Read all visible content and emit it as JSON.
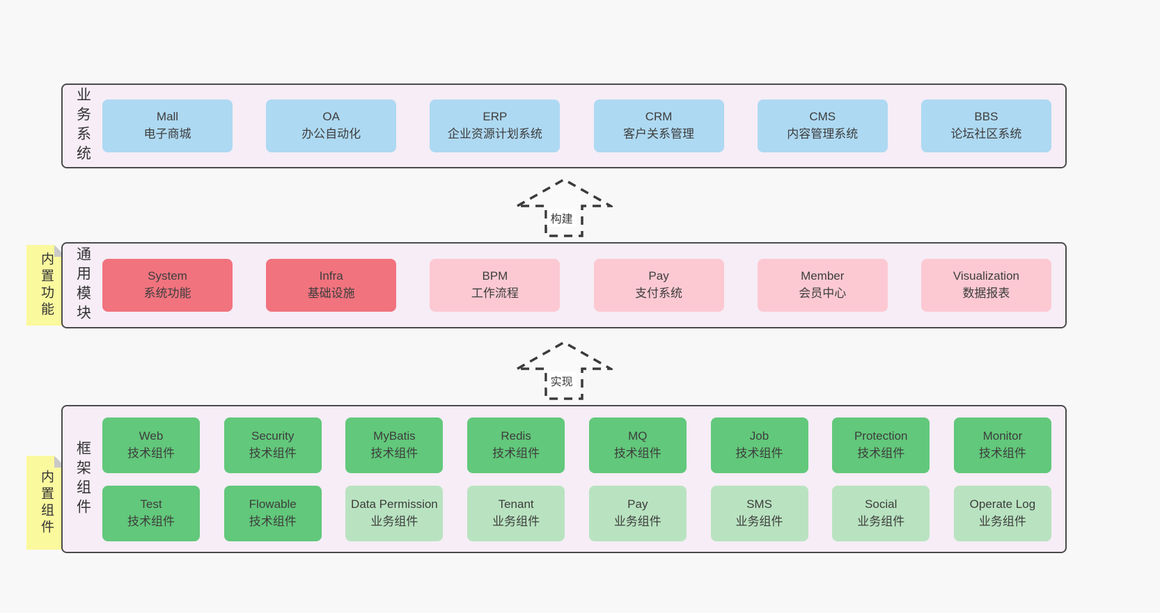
{
  "colors": {
    "page_bg": "#f8f8f8",
    "container_bg": "#f6edf6",
    "container_border": "#4a4a4a",
    "blue_box": "#aed9f2",
    "red_box": "#f1737e",
    "pink_box": "#fcc9d3",
    "green_box": "#62c87b",
    "green_light_box": "#b9e3c0",
    "sticky_note": "#fbf99e",
    "text": "#3d3d3d"
  },
  "arrows": [
    {
      "label": "构建"
    },
    {
      "label": "实现"
    }
  ],
  "tiers": {
    "business": {
      "label": "业务系统",
      "boxes": [
        {
          "title": "Mall",
          "subtitle": "电子商城"
        },
        {
          "title": "OA",
          "subtitle": "办公自动化"
        },
        {
          "title": "ERP",
          "subtitle": "企业资源计划系统"
        },
        {
          "title": "CRM",
          "subtitle": "客户关系管理"
        },
        {
          "title": "CMS",
          "subtitle": "内容管理系统"
        },
        {
          "title": "BBS",
          "subtitle": "论坛社区系统"
        }
      ]
    },
    "modules": {
      "label": "通用模块",
      "sticky": "内置功能",
      "boxes": [
        {
          "title": "System",
          "subtitle": "系统功能",
          "variant": "red"
        },
        {
          "title": "Infra",
          "subtitle": "基础设施",
          "variant": "red"
        },
        {
          "title": "BPM",
          "subtitle": "工作流程",
          "variant": "pink"
        },
        {
          "title": "Pay",
          "subtitle": "支付系统",
          "variant": "pink"
        },
        {
          "title": "Member",
          "subtitle": "会员中心",
          "variant": "pink"
        },
        {
          "title": "Visualization",
          "subtitle": "数据报表",
          "variant": "pink"
        }
      ]
    },
    "components": {
      "label": "框架组件",
      "sticky": "内置组件",
      "rows": [
        [
          {
            "title": "Web",
            "subtitle": "技术组件",
            "variant": "green"
          },
          {
            "title": "Security",
            "subtitle": "技术组件",
            "variant": "green"
          },
          {
            "title": "MyBatis",
            "subtitle": "技术组件",
            "variant": "green"
          },
          {
            "title": "Redis",
            "subtitle": "技术组件",
            "variant": "green"
          },
          {
            "title": "MQ",
            "subtitle": "技术组件",
            "variant": "green"
          },
          {
            "title": "Job",
            "subtitle": "技术组件",
            "variant": "green"
          },
          {
            "title": "Protection",
            "subtitle": "技术组件",
            "variant": "green"
          },
          {
            "title": "Monitor",
            "subtitle": "技术组件",
            "variant": "green"
          }
        ],
        [
          {
            "title": "Test",
            "subtitle": "技术组件",
            "variant": "green"
          },
          {
            "title": "Flowable",
            "subtitle": "技术组件",
            "variant": "green"
          },
          {
            "title": "Data Permission",
            "subtitle": "业务组件",
            "variant": "green-light"
          },
          {
            "title": "Tenant",
            "subtitle": "业务组件",
            "variant": "green-light"
          },
          {
            "title": "Pay",
            "subtitle": "业务组件",
            "variant": "green-light"
          },
          {
            "title": "SMS",
            "subtitle": "业务组件",
            "variant": "green-light"
          },
          {
            "title": "Social",
            "subtitle": "业务组件",
            "variant": "green-light"
          },
          {
            "title": "Operate Log",
            "subtitle": "业务组件",
            "variant": "green-light"
          }
        ]
      ]
    }
  }
}
